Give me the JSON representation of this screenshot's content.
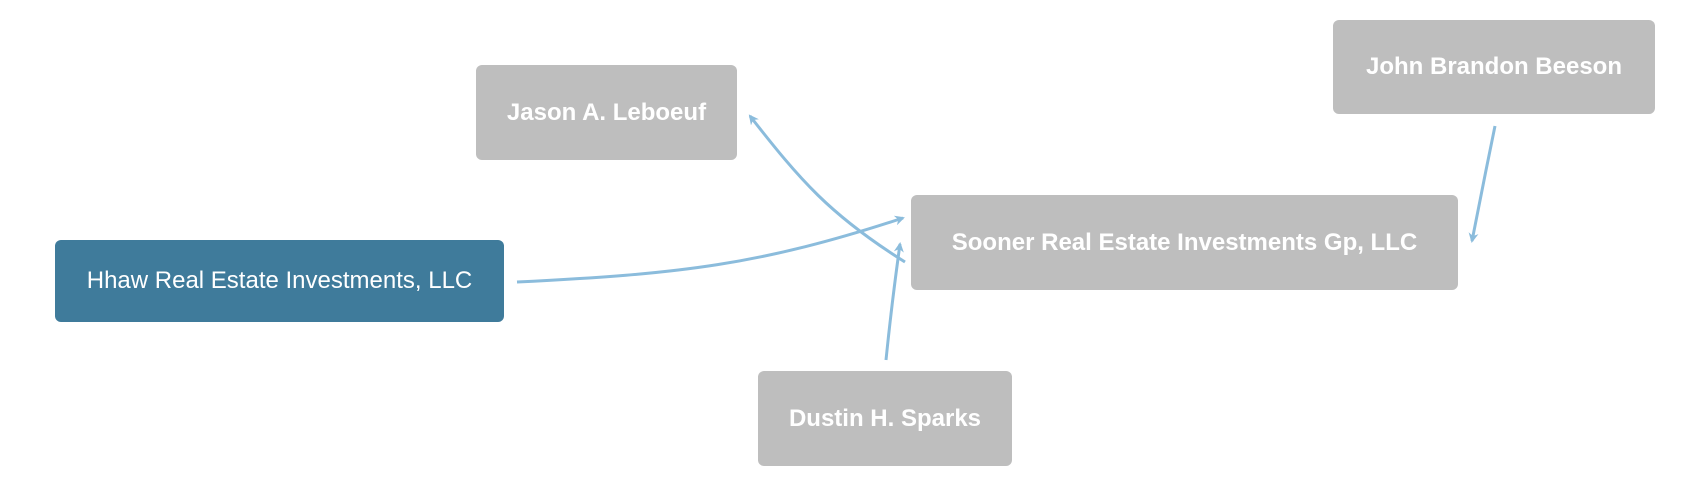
{
  "colors": {
    "edge": "#8bbcdc",
    "node_gray": "#bebebe",
    "node_focus": "#3f7b9b",
    "node_text": "#ffffff"
  },
  "nodes": {
    "jason": {
      "label": "Jason A. Leboeuf"
    },
    "john": {
      "label": "John Brandon Beeson"
    },
    "sooner": {
      "label": "Sooner Real Estate Investments Gp, LLC"
    },
    "hhaw": {
      "label": "Hhaw Real Estate Investments, LLC"
    },
    "dustin": {
      "label": "Dustin H. Sparks"
    }
  },
  "edges": [
    {
      "from": "hhaw",
      "to": "sooner"
    },
    {
      "from": "sooner",
      "to": "jason"
    },
    {
      "from": "john",
      "to": "sooner"
    },
    {
      "from": "dustin",
      "to": "sooner"
    }
  ]
}
